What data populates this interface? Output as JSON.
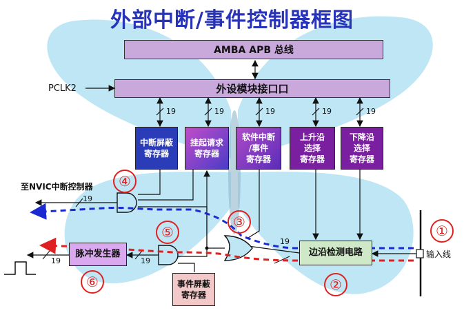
{
  "title": "外部中断/事件控制器框图",
  "amba_bus": "AMBA APB 总线",
  "peripheral_interface": "外设模块接口口",
  "pclk": "PCLK2",
  "bus_width": "19",
  "registers": {
    "int_mask": "中断屏蔽\n寄存器",
    "pending": "挂起请求\n寄存器",
    "sw_int": "软件中断\n/事件\n寄存器",
    "rising": "上升沿\n选择\n寄存器",
    "falling": "下降沿\n选择\n寄存器",
    "event_mask": "事件屏蔽\n寄存器"
  },
  "to_nvic": "至NVIC中断控制器",
  "pulse_gen": "脉冲发生器",
  "edge_detect": "边沿检测电路",
  "input_line": "输入线",
  "markers": [
    "①",
    "②",
    "③",
    "④",
    "⑤",
    "⑥"
  ],
  "colors": {
    "title": "#2733b8",
    "butterfly": "#bfe6f5",
    "bus_bar": "#c9a8dc",
    "int_mask": "#2a3cb8",
    "pending": "#9a4cc8",
    "sw_int": "#8a3ab8",
    "rising": "#7a1fa0",
    "falling": "#7a1fa0",
    "event_mask": "#f2c8c8",
    "pulse_gen": "#d9a8ee",
    "edge_detect": "#cfe8c8",
    "blue_path": "#1a2ad0",
    "red_path": "#e02020",
    "marker": "#e02020"
  }
}
